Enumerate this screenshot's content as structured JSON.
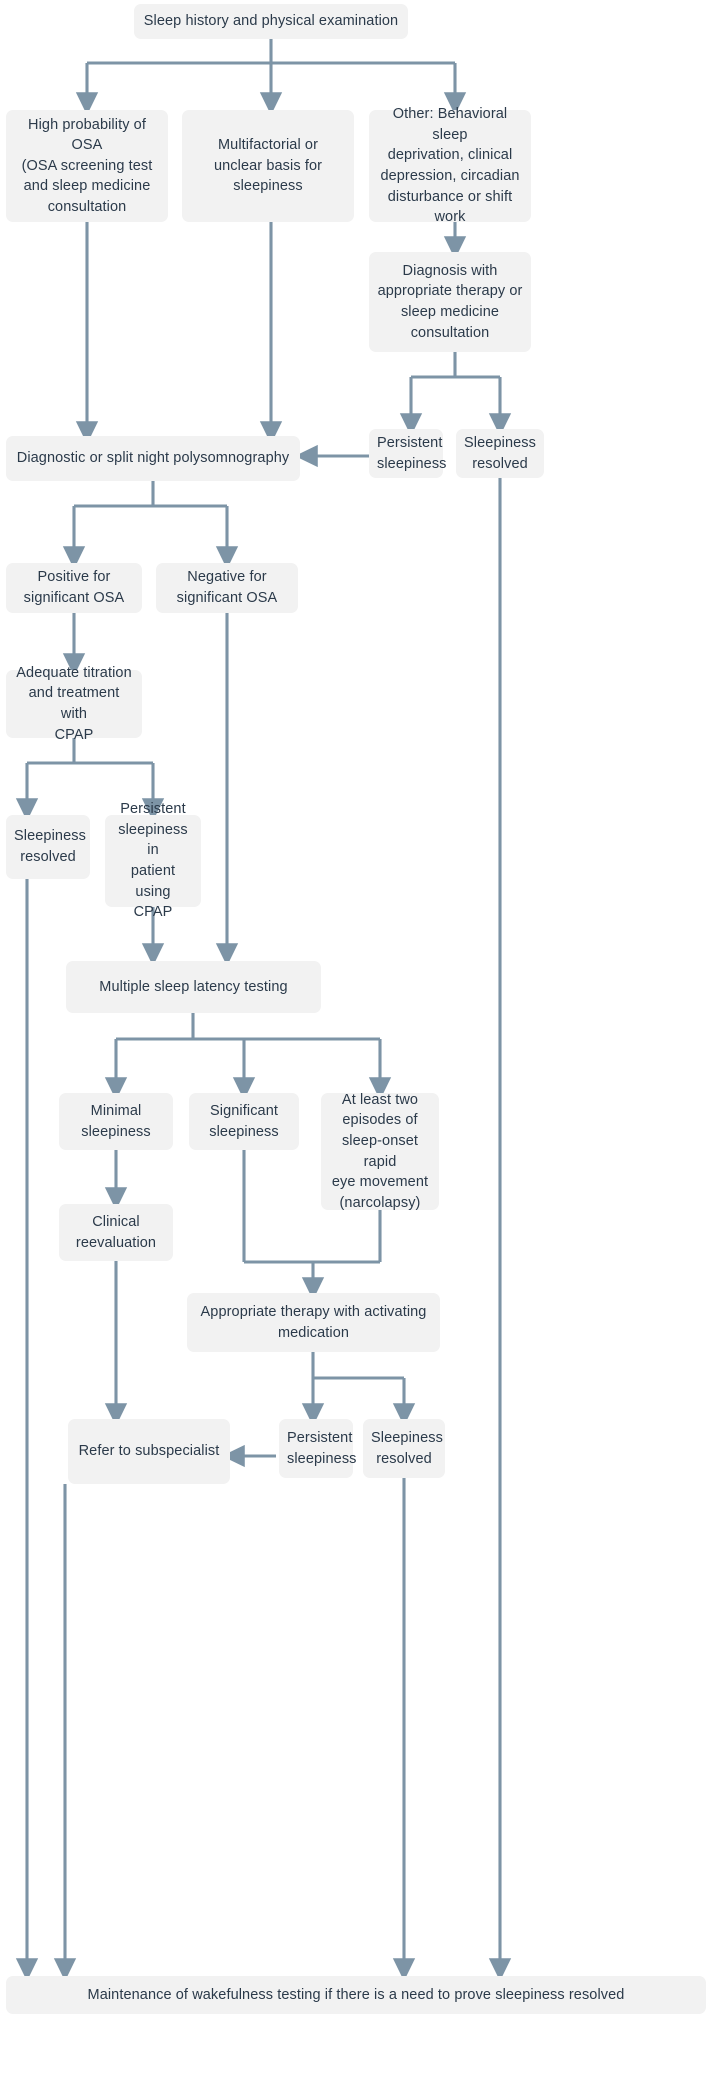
{
  "diagram": {
    "title_text": "Sleep history and physical examination",
    "edge_color": "#7d94a6",
    "node_fill": "#f2f2f2",
    "text_color": "#2b3a4a",
    "background": "#ffffff",
    "nodes": [
      {
        "id": "sleep-history",
        "label": "Sleep history and physical examination"
      },
      {
        "id": "high-probability-osa",
        "label": "High probability of OSA\n(OSA screening test\nand sleep medicine\nconsultation"
      },
      {
        "id": "multifactorial",
        "label": "Multifactorial or\nunclear basis for\nsleepiness"
      },
      {
        "id": "other-behavioral",
        "label": "Other: Behavioral sleep\ndeprivation, clinical\ndepression, circadian\ndisturbance or shift\nwork"
      },
      {
        "id": "diagnosis-therapy",
        "label": "Diagnosis with\nappropriate therapy or\nsleep medicine\nconsultation"
      },
      {
        "id": "persistent-sleepiness-1",
        "label": "Persistent\nsleepiness"
      },
      {
        "id": "sleepiness-resolved-1",
        "label": "Sleepiness\nresolved"
      },
      {
        "id": "polysomnography",
        "label": "Diagnostic or split night polysomnography"
      },
      {
        "id": "positive-osa",
        "label": "Positive for\nsignificant OSA"
      },
      {
        "id": "negative-osa",
        "label": "Negative for\nsignificant OSA"
      },
      {
        "id": "adequate-titration",
        "label": "Adequate titration\nand treatment with\nCPAP"
      },
      {
        "id": "sleepiness-resolved-2",
        "label": "Sleepiness\nresolved"
      },
      {
        "id": "persistent-sleepiness-cpap",
        "label": "Persistent\nsleepiness in\npatient using\nCPAP"
      },
      {
        "id": "mslt",
        "label": "Multiple sleep latency testing"
      },
      {
        "id": "minimal-sleepiness",
        "label": "Minimal\nsleepiness"
      },
      {
        "id": "significant-sleepiness",
        "label": "Significant\nsleepiness"
      },
      {
        "id": "sorem-narcolepsy",
        "label": "At least two\nepisodes of\nsleep-onset rapid\neye movement\n(narcolapsy)"
      },
      {
        "id": "clinical-reevaluation",
        "label": "Clinical\nreevaluation"
      },
      {
        "id": "appropriate-therapy",
        "label": "Appropriate therapy with activating\nmedication"
      },
      {
        "id": "refer-subspecialist",
        "label": "Refer to subspecialist"
      },
      {
        "id": "persistent-sleepiness-2",
        "label": "Persistent\nsleepiness"
      },
      {
        "id": "sleepiness-resolved-3",
        "label": "Sleepiness\nresolved"
      },
      {
        "id": "maintenance-wakefulness",
        "label": "Maintenance of wakefulness testing if there is a need to prove sleepiness resolved"
      }
    ]
  }
}
